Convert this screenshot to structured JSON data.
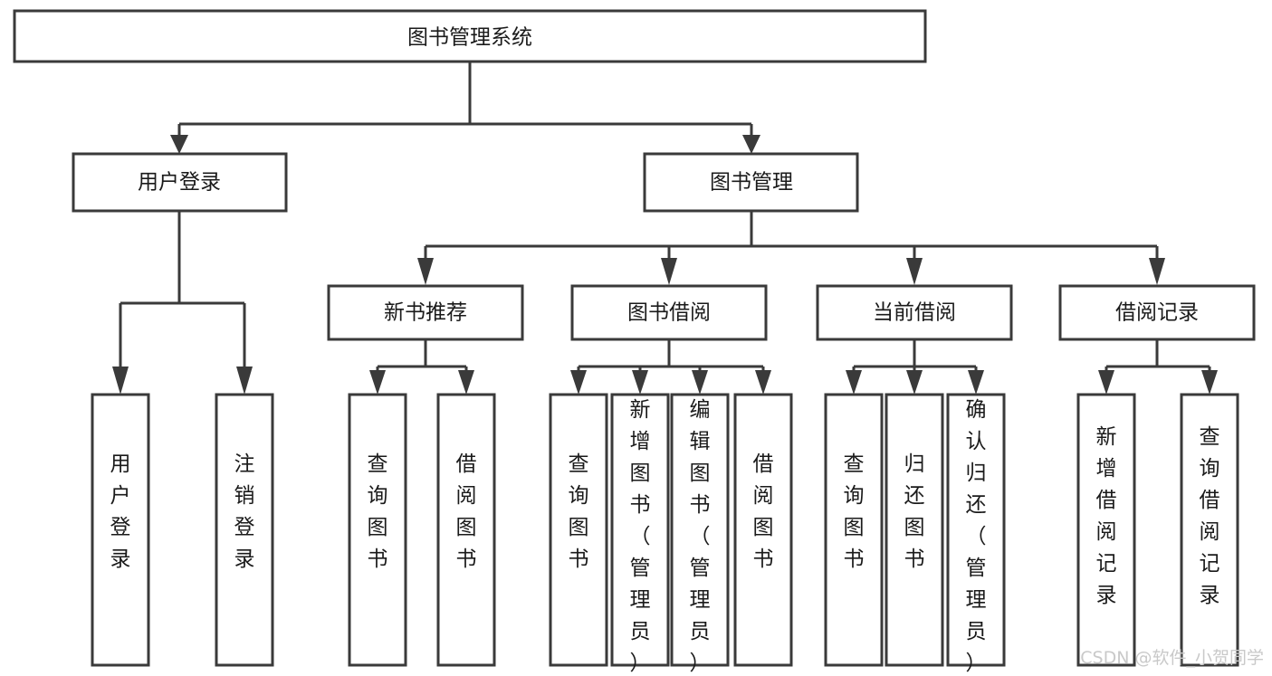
{
  "diagram": {
    "title": "图书管理系统",
    "type": "tree-hierarchy",
    "orientation": "top-down",
    "nodes": {
      "root": {
        "label": "图书管理系统"
      },
      "level2": [
        {
          "id": "user-login",
          "label": "用户登录"
        },
        {
          "id": "book-management",
          "label": "图书管理"
        }
      ],
      "level3": [
        {
          "id": "new-book-recommend",
          "label": "新书推荐"
        },
        {
          "id": "book-borrow",
          "label": "图书借阅"
        },
        {
          "id": "current-borrow",
          "label": "当前借阅"
        },
        {
          "id": "borrow-record",
          "label": "借阅记录"
        }
      ],
      "leaves": {
        "user-login": [
          {
            "id": "leaf-user-login",
            "label": "用户登录"
          },
          {
            "id": "leaf-user-logout",
            "label": "注销登录"
          }
        ],
        "new-book-recommend": [
          {
            "id": "leaf-query-book-1",
            "label": "查询图书"
          },
          {
            "id": "leaf-borrow-book-1",
            "label": "借阅图书"
          }
        ],
        "book-borrow": [
          {
            "id": "leaf-query-book-2",
            "label": "查询图书"
          },
          {
            "id": "leaf-add-book",
            "label": "新增图书（管理员）"
          },
          {
            "id": "leaf-edit-book",
            "label": "编辑图书（管理员）"
          },
          {
            "id": "leaf-borrow-book-2",
            "label": "借阅图书"
          }
        ],
        "current-borrow": [
          {
            "id": "leaf-query-book-3",
            "label": "查询图书"
          },
          {
            "id": "leaf-return-book",
            "label": "归还图书"
          },
          {
            "id": "leaf-confirm-return",
            "label": "确认归还（管理员）"
          }
        ],
        "borrow-record": [
          {
            "id": "leaf-add-record",
            "label": "新增借阅记录"
          },
          {
            "id": "leaf-query-record",
            "label": "查询借阅记录"
          }
        ]
      }
    },
    "edges": [
      {
        "from": "root",
        "to": "user-login"
      },
      {
        "from": "root",
        "to": "book-management"
      },
      {
        "from": "book-management",
        "to": "new-book-recommend"
      },
      {
        "from": "book-management",
        "to": "book-borrow"
      },
      {
        "from": "book-management",
        "to": "current-borrow"
      },
      {
        "from": "book-management",
        "to": "borrow-record"
      },
      {
        "from": "user-login",
        "to": "leaf-user-login"
      },
      {
        "from": "user-login",
        "to": "leaf-user-logout"
      },
      {
        "from": "new-book-recommend",
        "to": "leaf-query-book-1"
      },
      {
        "from": "new-book-recommend",
        "to": "leaf-borrow-book-1"
      },
      {
        "from": "book-borrow",
        "to": "leaf-query-book-2"
      },
      {
        "from": "book-borrow",
        "to": "leaf-add-book"
      },
      {
        "from": "book-borrow",
        "to": "leaf-edit-book"
      },
      {
        "from": "book-borrow",
        "to": "leaf-borrow-book-2"
      },
      {
        "from": "current-borrow",
        "to": "leaf-query-book-3"
      },
      {
        "from": "current-borrow",
        "to": "leaf-return-book"
      },
      {
        "from": "current-borrow",
        "to": "leaf-confirm-return"
      },
      {
        "from": "borrow-record",
        "to": "leaf-add-record"
      },
      {
        "from": "borrow-record",
        "to": "leaf-query-record"
      }
    ],
    "colors": {
      "box_stroke": "#3a3a3a",
      "box_fill": "#ffffff",
      "text": "#1a1a1a",
      "background": "#ffffff",
      "watermark": "#c9c9c9"
    }
  },
  "watermark": {
    "text": "CSDN @软件_小贺同学"
  }
}
